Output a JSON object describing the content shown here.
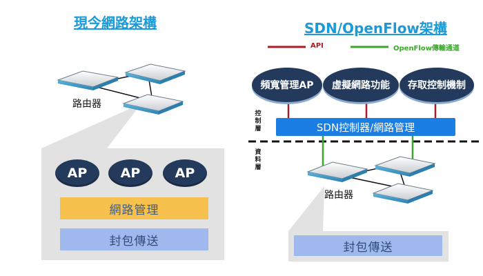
{
  "left": {
    "title": "現今網路架構",
    "router_label": "路由器",
    "ap_labels": [
      "AP",
      "AP",
      "AP"
    ],
    "bar_network": "網路管理",
    "bar_transport": "封包傳送"
  },
  "right": {
    "title": "SDN/OpenFlow架構",
    "legend": {
      "api": "API",
      "openflow": "OpenFlow傳輸通道"
    },
    "apps": [
      "頻寬管理AP",
      "虛擬網路功能",
      "存取控制機制"
    ],
    "controller": "SDN控制器/網路管理",
    "control_layer": "控制層",
    "data_layer": "資料層",
    "router_label": "路由器",
    "bar_transport": "封包傳送"
  },
  "colors": {
    "title": "#1a9ad8",
    "api_line": "#a41e22",
    "openflow_line": "#3aa62b",
    "ap_fill": "#243a5c",
    "controller": "#1a7ee2",
    "panel": "#e2e2e2",
    "orange_bar": "#f7c14e",
    "blue_bar": "#9fb9ef",
    "router": "#3c9dc8"
  }
}
